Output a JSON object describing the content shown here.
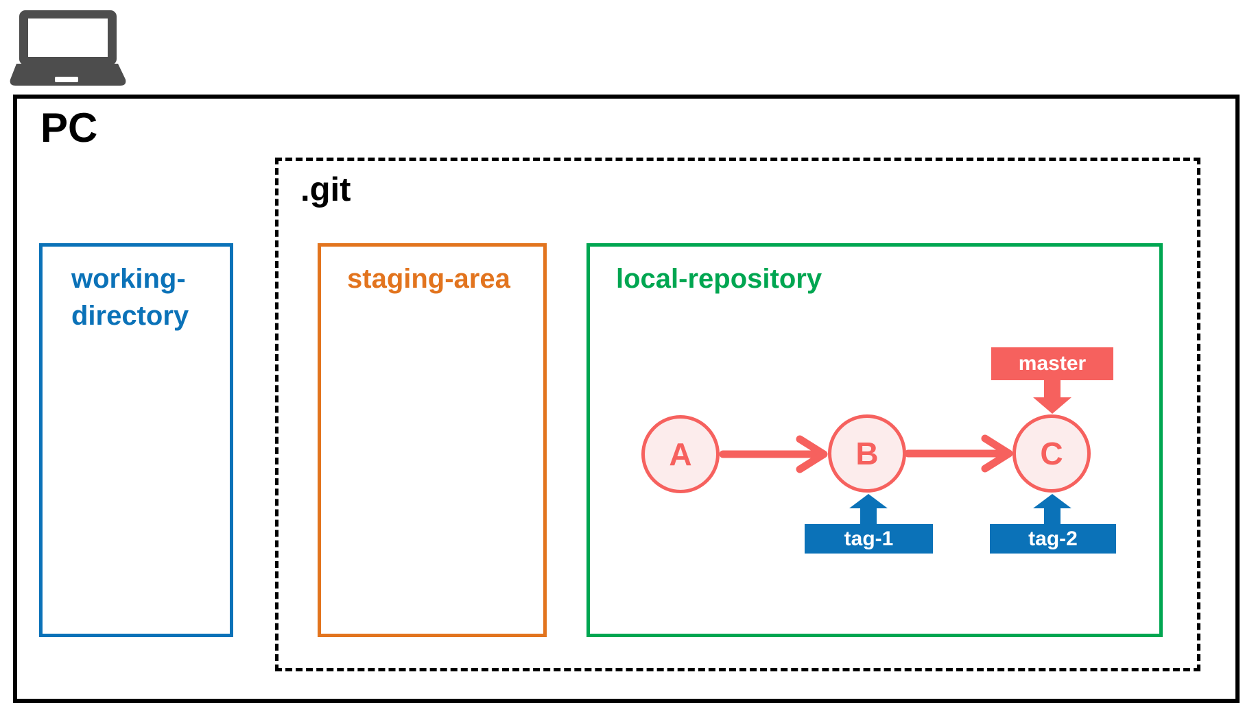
{
  "colors": {
    "outline_black": "#000000",
    "blue": "#0B72B8",
    "orange": "#E2741E",
    "green": "#00A651",
    "coral_red": "#F6615E",
    "commit_fill": "#FCECEC",
    "laptop_gray": "#4D4D4D",
    "label_text_on_fill": "#FFFFFF"
  },
  "icons": {
    "laptop": "laptop-icon"
  },
  "pc": {
    "label": "PC"
  },
  "git": {
    "label": ".git"
  },
  "working_directory": {
    "line1": "working-",
    "line2": "directory"
  },
  "staging_area": {
    "label": "staging-area"
  },
  "local_repository": {
    "label": "local-repository",
    "commits": [
      {
        "id": "A"
      },
      {
        "id": "B"
      },
      {
        "id": "C"
      }
    ],
    "branch_label": "master",
    "tags": [
      {
        "label": "tag-1"
      },
      {
        "label": "tag-2"
      }
    ]
  }
}
